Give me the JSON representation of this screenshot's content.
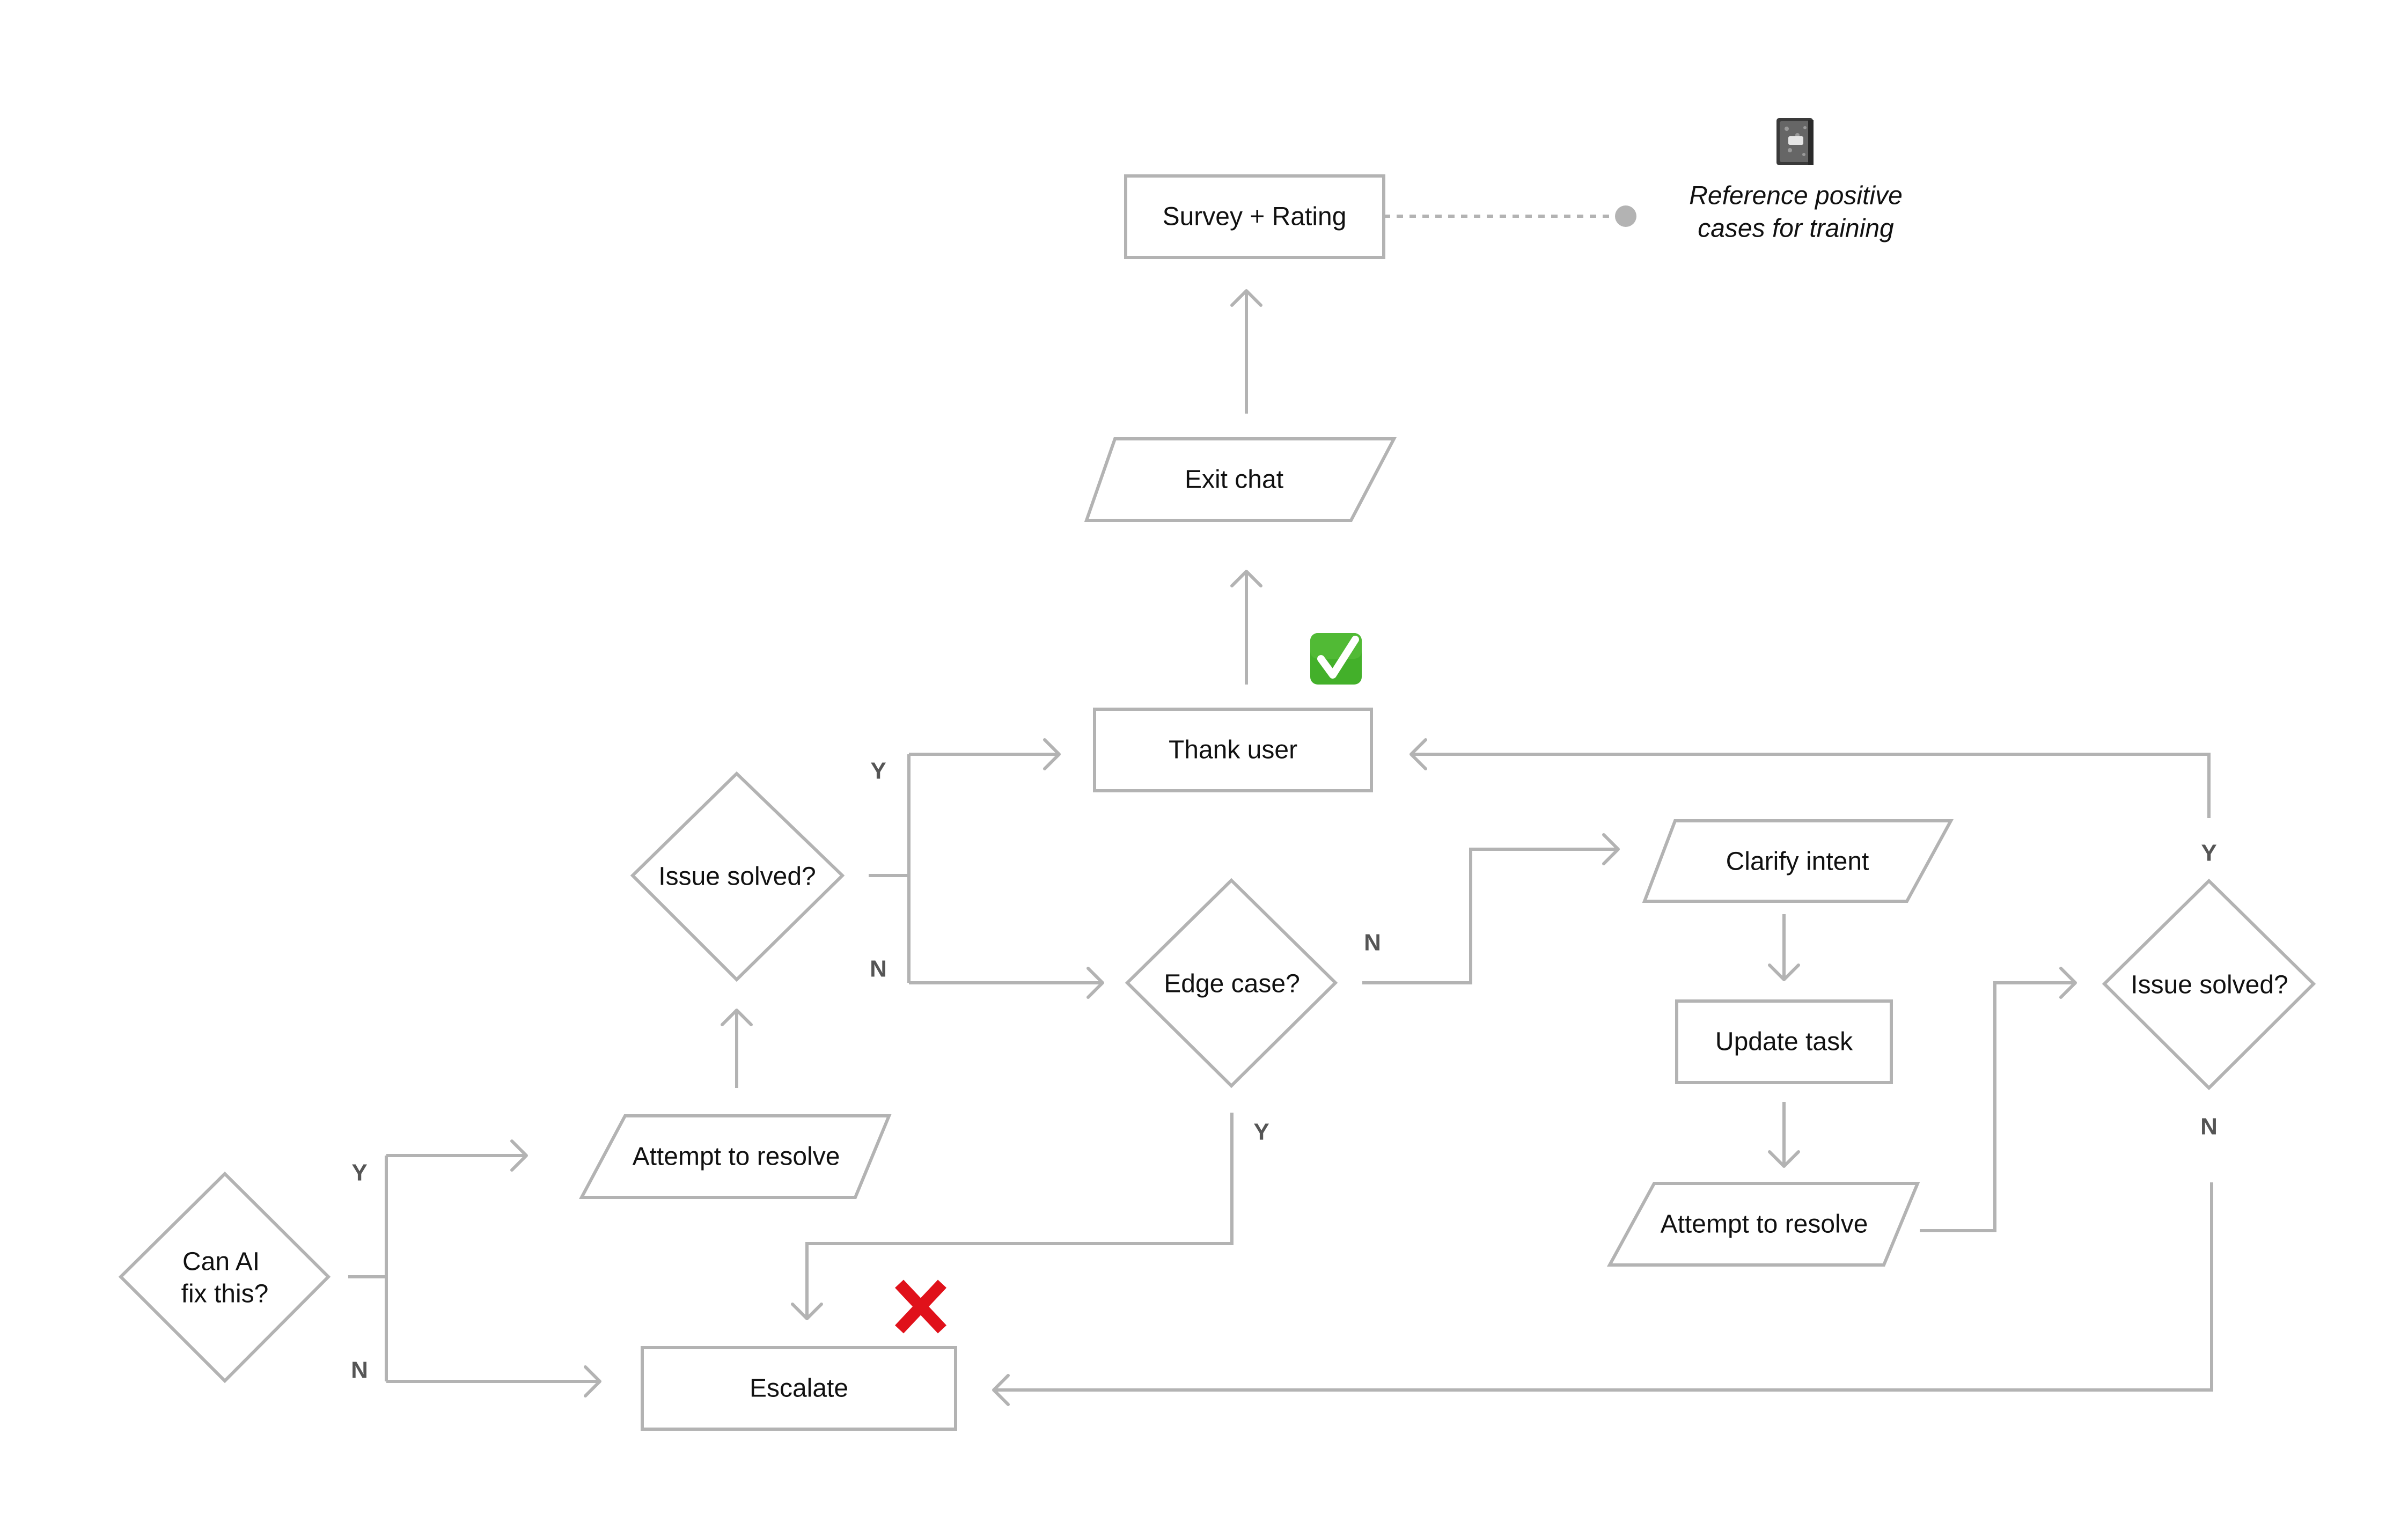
{
  "nodes": {
    "survey": "Survey + Rating",
    "exit_chat": "Exit chat",
    "thank_user": "Thank user",
    "issue_solved_left": "Issue solved?",
    "edge_case": "Edge case?",
    "clarify_intent": "Clarify intent",
    "update_task": "Update task",
    "attempt_resolve_right": "Attempt to resolve",
    "issue_solved_right": "Issue solved?",
    "attempt_resolve_left": "Attempt to resolve",
    "can_ai_line1": "Can AI",
    "can_ai_line2": "fix this?",
    "escalate": "Escalate"
  },
  "note": {
    "line1": "Reference positive",
    "line2": "cases for training",
    "icon": "notebook-icon"
  },
  "branches": {
    "can_ai_yes": "Y",
    "can_ai_no": "N",
    "issue_left_yes": "Y",
    "issue_left_no": "N",
    "edge_no": "N",
    "edge_yes": "Y",
    "issue_right_yes": "Y",
    "issue_right_no": "N"
  },
  "icons": {
    "success": "check-mark-icon",
    "failure": "cross-mark-icon"
  },
  "colors": {
    "stroke": "#b3b3b3",
    "text": "#111111",
    "branch_label": "#555555",
    "success_green": "#43b02a",
    "failure_red": "#e0111a"
  }
}
